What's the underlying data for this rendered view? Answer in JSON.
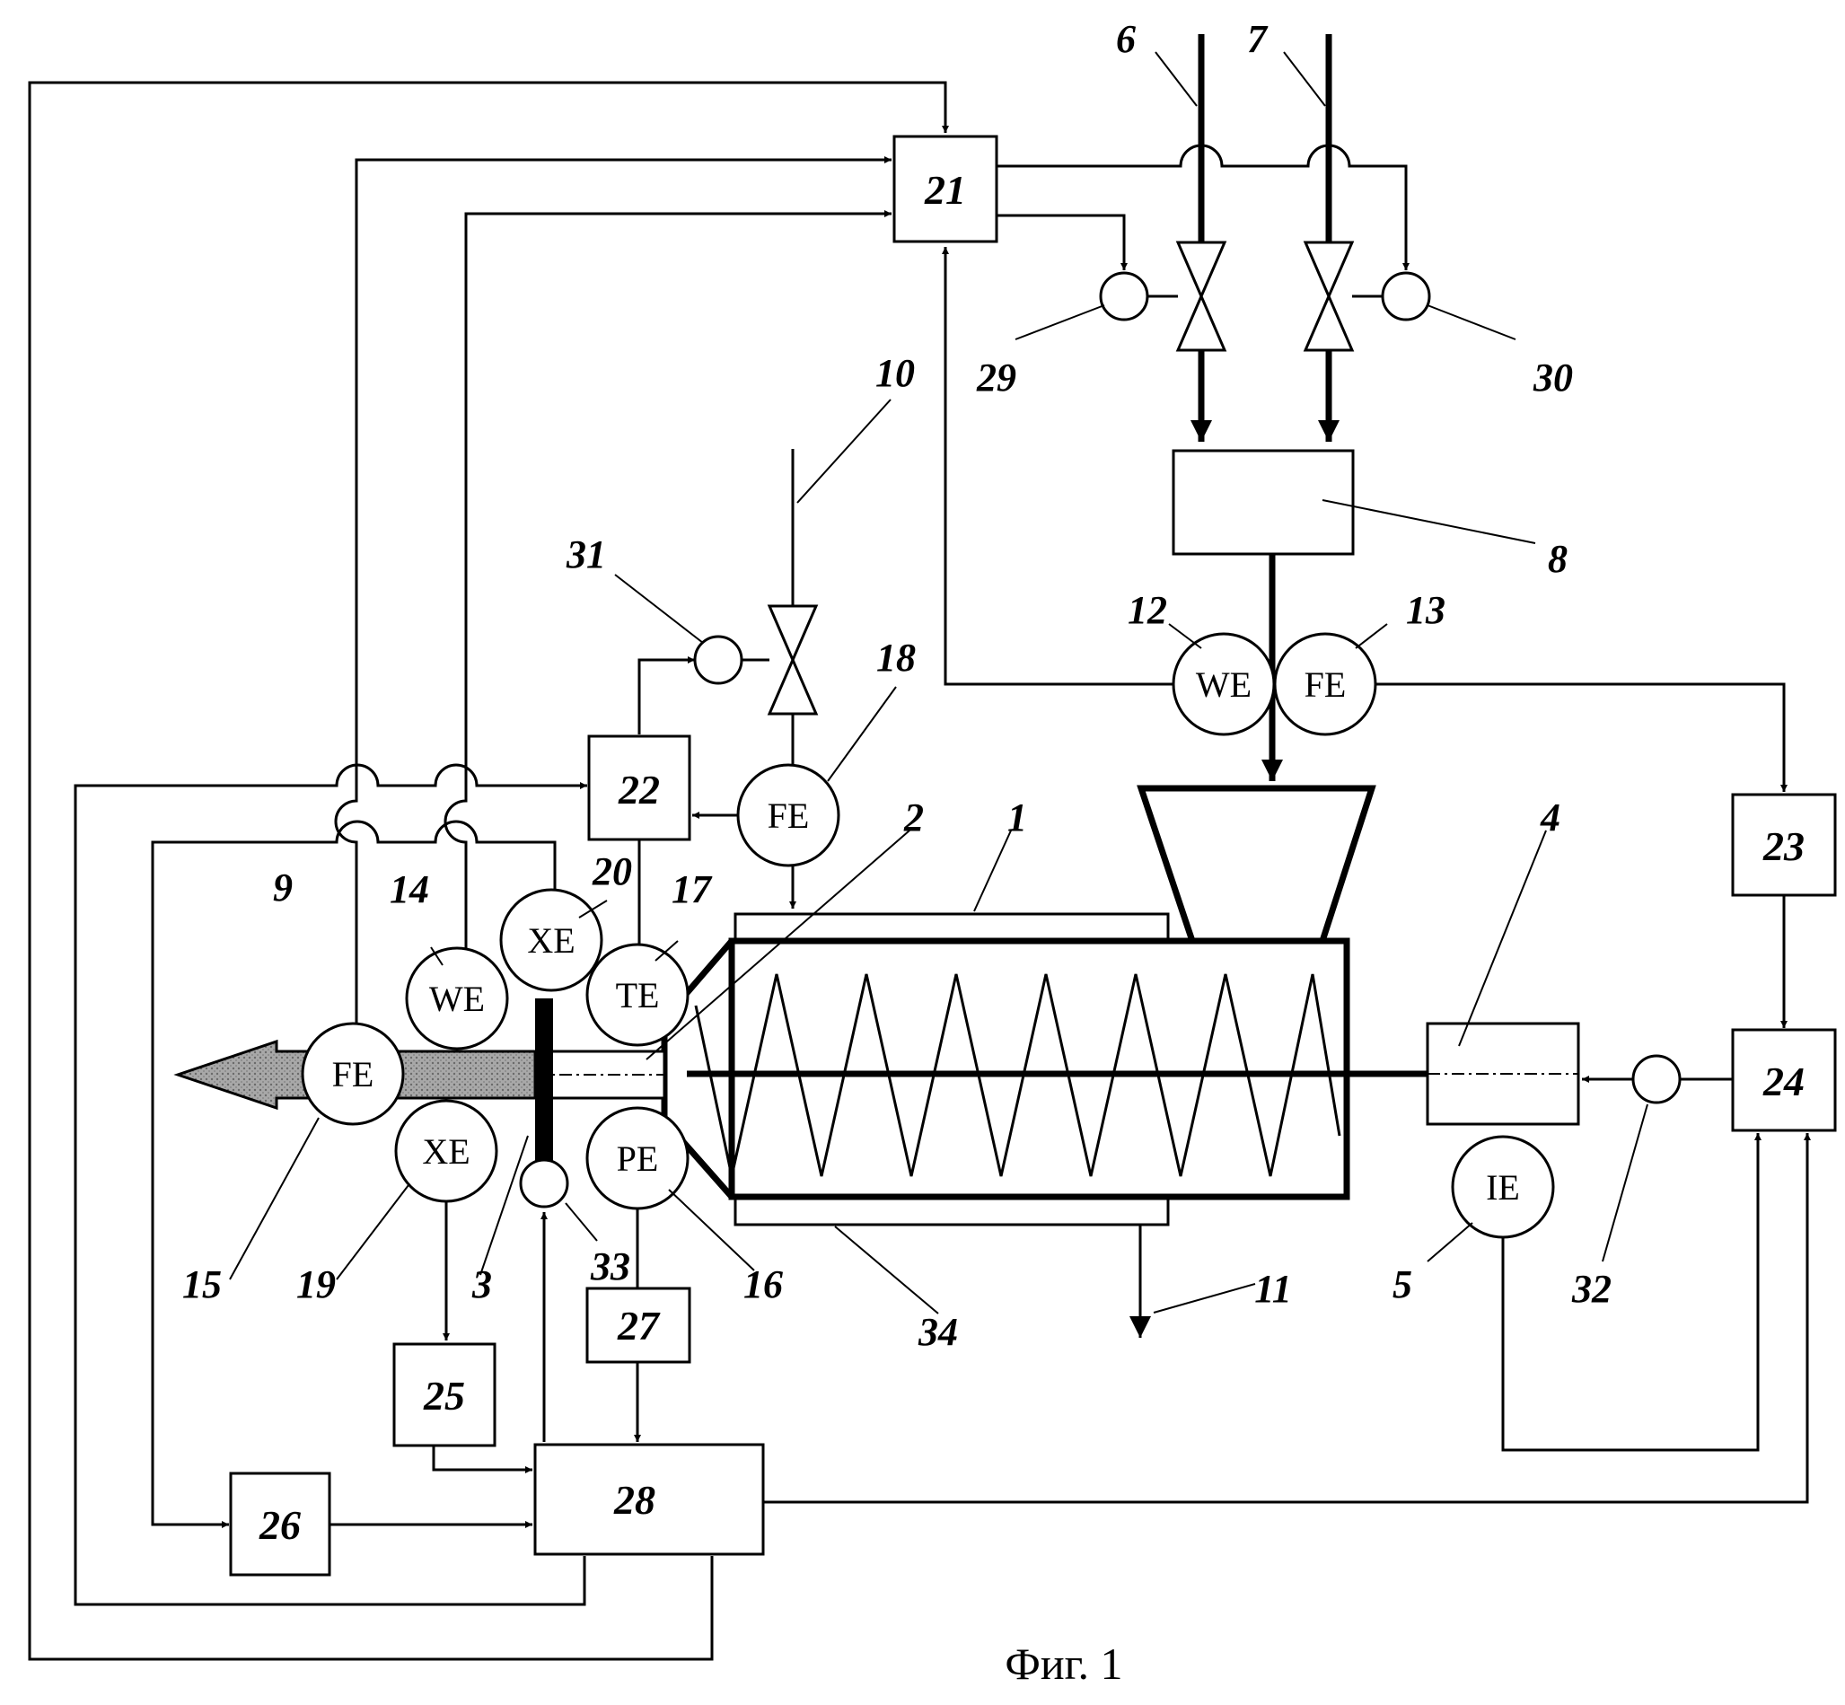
{
  "caption": "Фиг. 1",
  "blocks": {
    "b8": "",
    "b21": "21",
    "b22": "22",
    "b23": "23",
    "b24": "24",
    "b25": "25",
    "b26": "26",
    "b27": "27",
    "b28": "28"
  },
  "sensors": {
    "s5": "IE",
    "s12": "WE",
    "s13": "FE",
    "s14": "WE",
    "s15": "FE",
    "s16": "PE",
    "s17": "TE",
    "s18": "FE",
    "s19": "XE",
    "s20": "XE"
  },
  "labels": {
    "n1": "1",
    "n2": "2",
    "n3": "3",
    "n4": "4",
    "n5": "5",
    "n6": "6",
    "n7": "7",
    "n8": "8",
    "n9": "9",
    "n10": "10",
    "n11": "11",
    "n12": "12",
    "n13": "13",
    "n14": "14",
    "n15": "15",
    "n16": "16",
    "n17": "17",
    "n18": "18",
    "n19": "19",
    "n20": "20",
    "n29": "29",
    "n30": "30",
    "n31": "31",
    "n32": "32",
    "n33": "33",
    "n34": "34"
  }
}
